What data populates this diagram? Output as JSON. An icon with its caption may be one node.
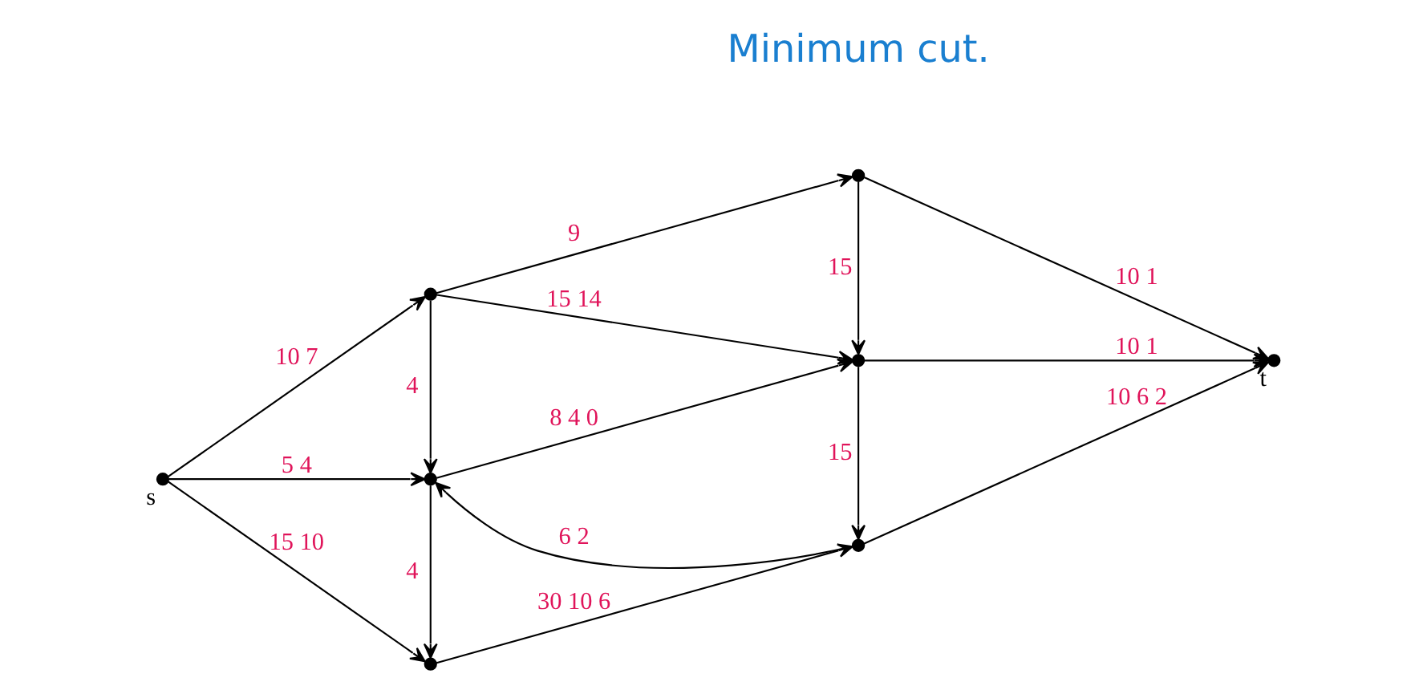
{
  "diagram": {
    "nodes": [
      {
        "text": [],
        "shape": "circle",
        "beside": [
          "s"
        ]
      },
      {
        "text": [],
        "shape": "circle"
      },
      {
        "text": [],
        "shape": "circle"
      },
      {
        "text": [],
        "shape": "circle"
      },
      {
        "text": [],
        "shape": "circle"
      },
      {
        "text": [],
        "shape": "circle"
      },
      {
        "text": [],
        "shape": "circle"
      },
      {
        "text": [],
        "shape": "circle",
        "beside": [
          "t"
        ]
      }
    ],
    "edges": [
      {
        "from": 0,
        "to": 1,
        "arrow": "to",
        "label": "10 7"
      },
      {
        "from": 0,
        "to": 2,
        "arrow": "to",
        "label": "5 4"
      },
      {
        "from": 0,
        "to": 3,
        "arrow": "to",
        "label": "15 10"
      },
      {
        "from": 1,
        "to": 4,
        "arrow": "to",
        "label": "9"
      },
      {
        "from": 1,
        "to": 5,
        "arrow": "to",
        "label": "15 14"
      },
      {
        "from": 1,
        "to": 2,
        "arrow": "to",
        "label": "4"
      },
      {
        "from": 2,
        "to": 5,
        "arrow": "to",
        "label": "8 4 0"
      },
      {
        "from": 2,
        "to": 3,
        "arrow": "to",
        "label": "4"
      },
      {
        "from": 3,
        "to": 6,
        "arrow": "to",
        "label": "30 10 6"
      },
      {
        "from": 6,
        "to": 2,
        "arrow": "to",
        "label": "6 2"
      },
      {
        "from": 4,
        "to": 5,
        "arrow": "to",
        "label": "15"
      },
      {
        "from": 4,
        "to": 7,
        "arrow": "to",
        "label": "10 1"
      },
      {
        "from": 5,
        "to": 7,
        "arrow": "to",
        "label": "10 1"
      },
      {
        "from": 5,
        "to": 6,
        "arrow": "to",
        "label": "15"
      },
      {
        "from": 6,
        "to": 7,
        "arrow": "to",
        "label": "10 6 2"
      }
    ],
    "labels": [
      "Minimum cut."
    ]
  }
}
